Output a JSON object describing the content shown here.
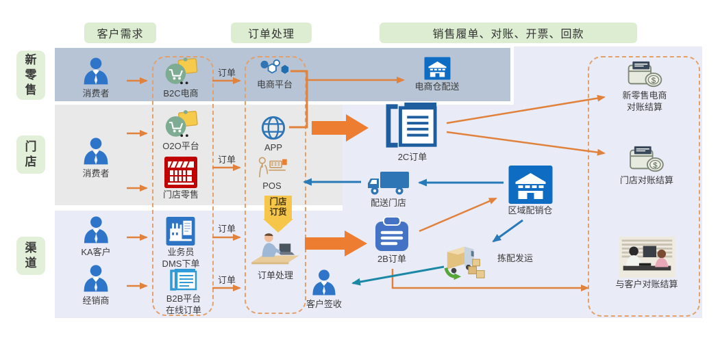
{
  "headers": {
    "customer_demand": "客户需求",
    "order_processing": "订单处理",
    "fulfillment": "销售履单、对账、开票、回款"
  },
  "lanes": {
    "new_retail": "新\n零\n售",
    "store": "门\n店",
    "channel": "渠\n道"
  },
  "labels": {
    "order": "订单"
  },
  "nodes": {
    "consumer1": "消费者",
    "consumer2": "消费者",
    "ka_customer": "KA客户",
    "distributor": "经销商",
    "b2c": "B2C电商",
    "o2o": "O2O平台",
    "store_retail": "门店零售",
    "salesman": "业务员\nDMS下单",
    "b2b": "B2B平台\n在线订单",
    "ecommerce_platform": "电商平台",
    "app": "APP",
    "pos": "POS",
    "store_order": "门店\n订货",
    "order_handling": "订单处理",
    "customer_sign": "客户签收",
    "ecom_warehouse": "电商仓配送",
    "order_2c": "2C订单",
    "store_delivery": "配送门店",
    "order_2b": "2B订单",
    "regional_warehouse": "区域配销仓",
    "picking_shipping": "拣配发运",
    "new_retail_settlement": "新零售电商\n对账结算",
    "store_settlement": "门店对账结算",
    "customer_settlement": "与客户对账结算"
  },
  "colors": {
    "lane_new_retail_bg": "#B7C4D6",
    "lane_store_bg": "#E9E9E9",
    "lane_channel_bg": "#E9EBF7",
    "right_region_bg": "#E9EBF7",
    "header_bg": "#DCEDD2",
    "lane_label_bg": "#E3F0D9",
    "orange_arrow": "#E0813C",
    "block_arrow": "#ED7D31",
    "blue_arrow": "#2779B8",
    "teal_arrow": "#1B89A6",
    "dashed_border": "#E2A06B",
    "highlight_yellow": "#F6C64B"
  }
}
